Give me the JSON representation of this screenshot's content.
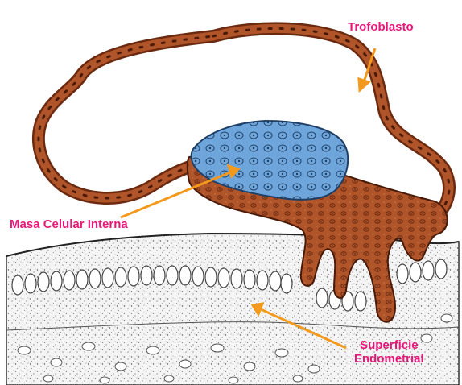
{
  "labels": {
    "trophoblast": "Trofoblasto",
    "inner_cell_mass": "Masa Celular Interna",
    "endometrial_line1": "Superficie",
    "endometrial_line2": "Endometrial"
  },
  "colors": {
    "label_text": "#e8177a",
    "arrow": "#f39a1e",
    "trophoblast_fill": "#b0542a",
    "trophoblast_dark": "#6b2a10",
    "inner_cell_mass_fill": "#6ea6dc",
    "endometrium_fill": "#f2f2f2",
    "gland_outline": "#444444"
  }
}
